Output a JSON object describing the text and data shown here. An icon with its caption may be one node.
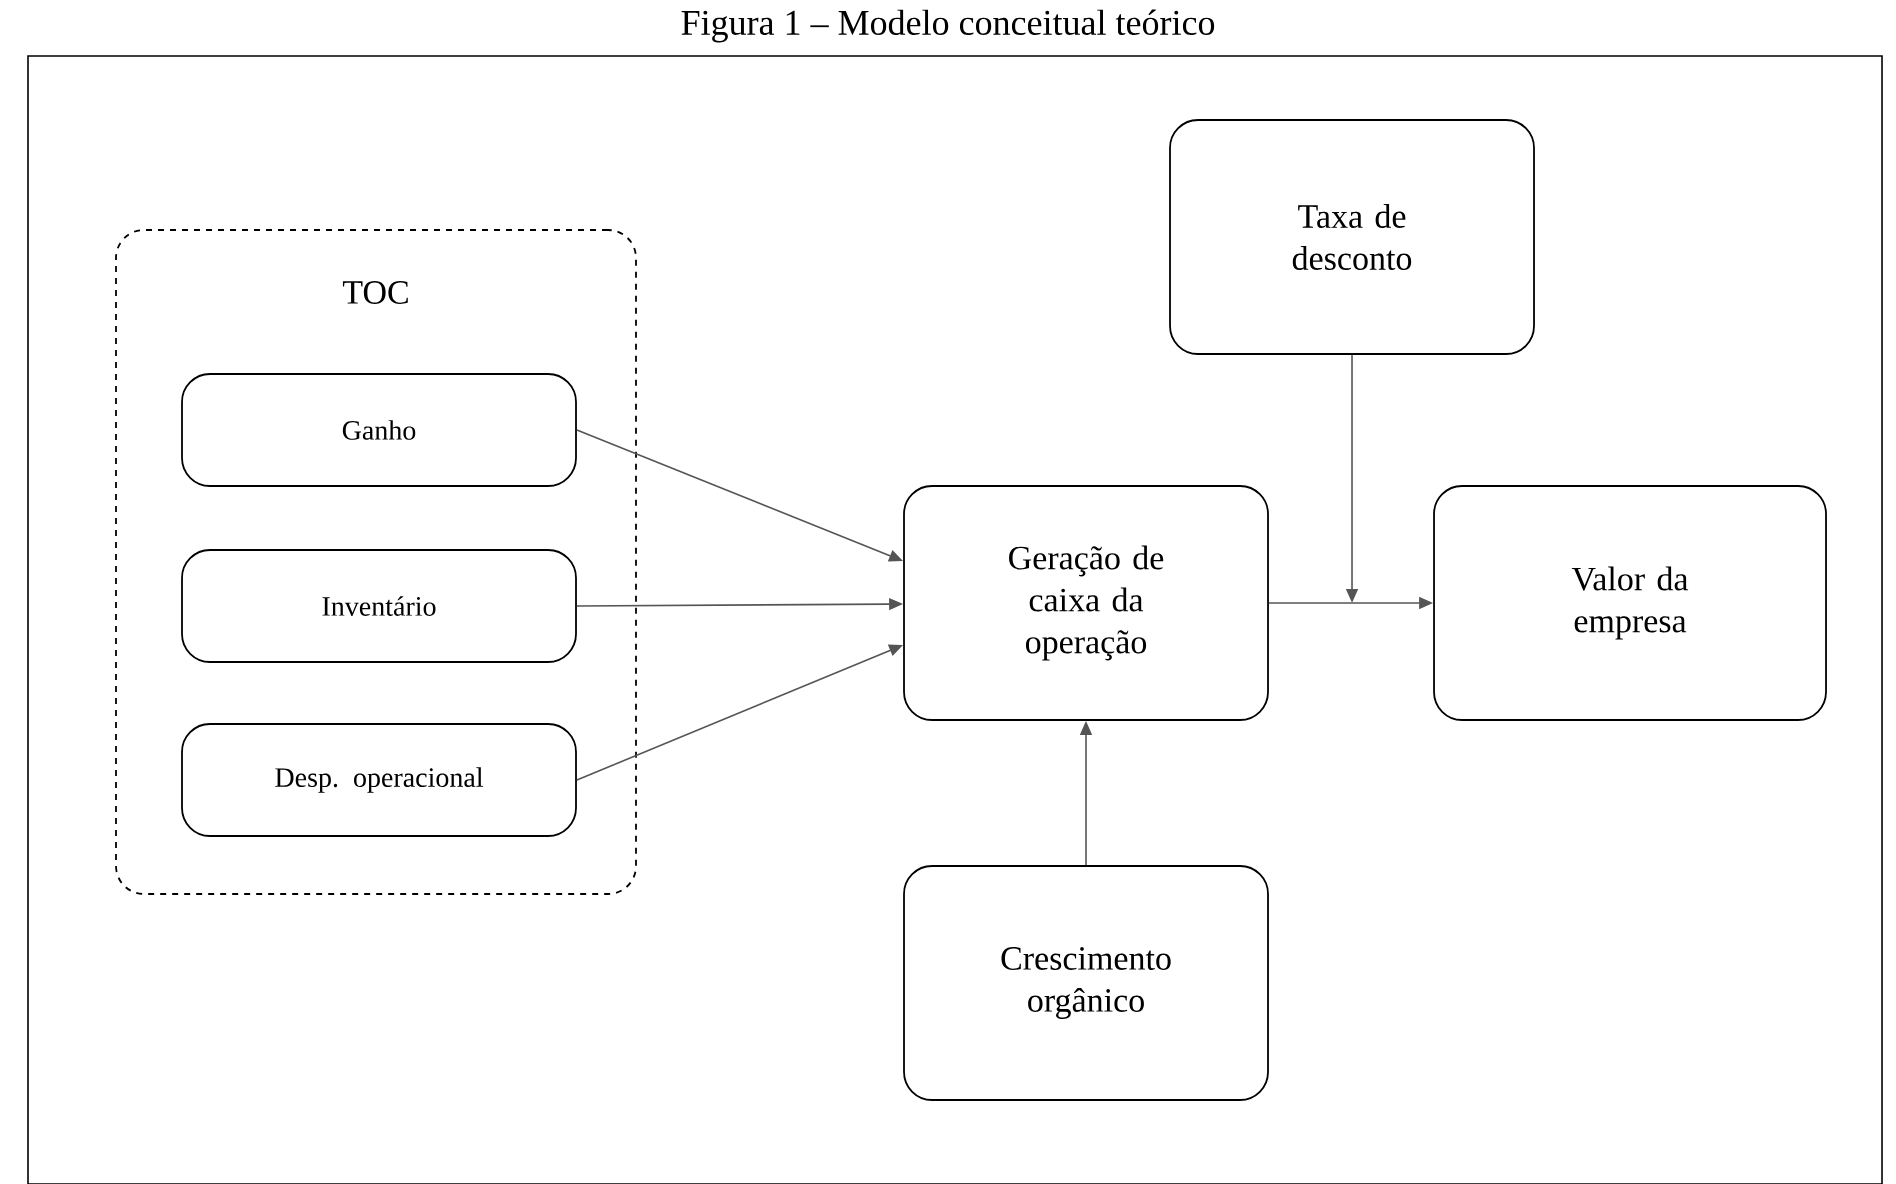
{
  "diagram": {
    "title": "Figura 1 – Modelo conceitual teórico",
    "nodes": [
      {
        "text": [
          "TOC"
        ]
      },
      {
        "text": [
          "Ganho"
        ],
        "in": 0
      },
      {
        "text": [
          "Inventário"
        ],
        "in": 0
      },
      {
        "text": [
          "Desp. operacional"
        ],
        "in": 0
      },
      {
        "text": [
          "Geração de caixa da operação"
        ]
      },
      {
        "text": [
          "Taxa de desconto"
        ]
      },
      {
        "text": [
          "Valor da empresa"
        ]
      },
      {
        "text": [
          "Crescimento orgânico"
        ]
      }
    ],
    "edges": [
      {
        "from": 1,
        "to": 4,
        "arrow": "to"
      },
      {
        "from": 2,
        "to": 4,
        "arrow": "to"
      },
      {
        "from": 3,
        "to": 4,
        "arrow": "to"
      },
      {
        "from": 4,
        "to": 6,
        "arrow": "to"
      },
      {
        "from": 5,
        "to": null,
        "arrow": "to"
      },
      {
        "from": 7,
        "to": 4,
        "arrow": "to"
      }
    ]
  }
}
